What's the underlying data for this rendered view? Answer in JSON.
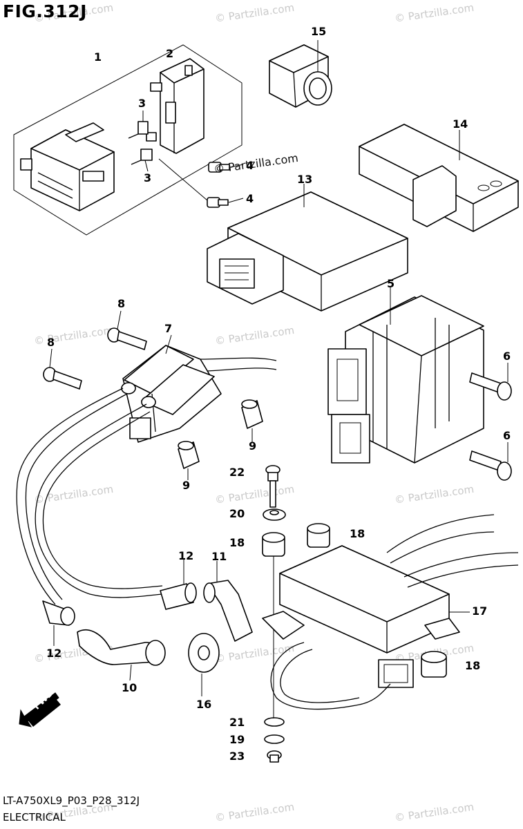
{
  "figure": {
    "title": "FIG.312J",
    "code": "LT-A750XL9_P03_P28_312J",
    "subtitle": "ELECTRICAL",
    "fwd_label": "FWD"
  },
  "watermark": {
    "text": "© Partzilla.com"
  },
  "callouts": {
    "n1": "1",
    "n2": "2",
    "n3a": "3",
    "n3b": "3",
    "n4a": "4",
    "n4b": "4",
    "n5": "5",
    "n6a": "6",
    "n6b": "6",
    "n7": "7",
    "n8a": "8",
    "n8b": "8",
    "n9a": "9",
    "n9b": "9",
    "n10": "10",
    "n11": "11",
    "n12a": "12",
    "n12b": "12",
    "n13": "13",
    "n14": "14",
    "n15": "15",
    "n16": "16",
    "n17": "17",
    "n18a": "18",
    "n18b": "18",
    "n18c": "18",
    "n19": "19",
    "n20": "20",
    "n21": "21",
    "n22": "22",
    "n23": "23"
  }
}
